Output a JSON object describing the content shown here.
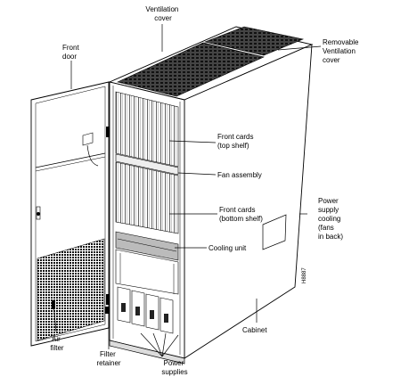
{
  "figure_id": "H8887",
  "labels": {
    "ventilation_cover": [
      "Ventilation",
      "cover"
    ],
    "removable_ventilation_cover": [
      "Removable",
      "Ventilation",
      "cover"
    ],
    "front_door": [
      "Front",
      "door"
    ],
    "front_cards_top": [
      "Front cards",
      "(top shelf)"
    ],
    "fan_assembly": [
      "Fan assembly"
    ],
    "front_cards_bottom": [
      "Front cards",
      "(bottom shelf)"
    ],
    "power_supply_cooling": [
      "Power",
      "supply",
      "cooling",
      "(fans",
      "in back)"
    ],
    "cooling_unit": [
      "Cooling unit"
    ],
    "cabinet": [
      "Cabinet"
    ],
    "air_filter": [
      "Air",
      "filter"
    ],
    "filter_retainer": [
      "Filter",
      "retainer"
    ],
    "power_supplies": [
      "Power",
      "supplies"
    ]
  }
}
